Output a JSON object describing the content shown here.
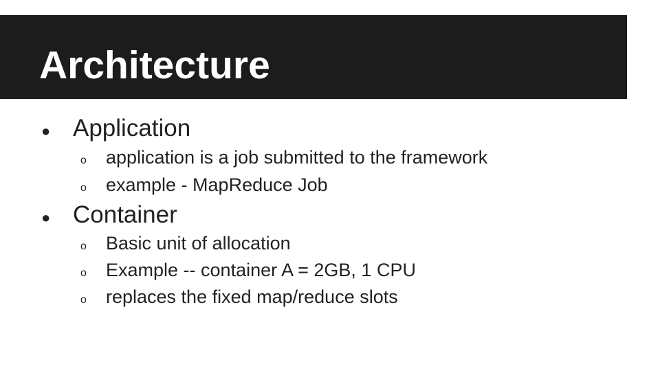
{
  "slide": {
    "title": "Architecture",
    "bullets": [
      {
        "bullet_symbol": "●",
        "label": "Application",
        "sub_bullets": [
          {
            "bullet_symbol": "o",
            "label": "application is a job submitted to the framework"
          },
          {
            "bullet_symbol": "o",
            "label": "example - MapReduce Job"
          }
        ]
      },
      {
        "bullet_symbol": "●",
        "label": "Container",
        "sub_bullets": [
          {
            "bullet_symbol": "o",
            "label": "Basic unit of allocation"
          },
          {
            "bullet_symbol": "o",
            "label": "Example -- container A = 2GB, 1 CPU"
          },
          {
            "bullet_symbol": "o",
            "label": "replaces the fixed map/reduce slots"
          }
        ]
      }
    ]
  },
  "colors": {
    "title_bar": "#1c1c1c",
    "title_text": "#ffffff",
    "body_text": "#222222",
    "background": "#ffffff"
  }
}
